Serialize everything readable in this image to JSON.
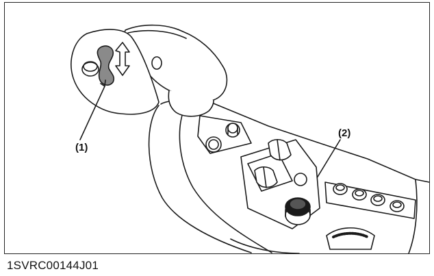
{
  "callouts": {
    "one": "(1)",
    "two": "(2)"
  },
  "figure_code": "1SVRC00144J01",
  "colors": {
    "line": "#1a1a1a",
    "button_fill": "#8a8a8a",
    "surface": "#ffffff",
    "shade": "#d9d9d9"
  },
  "icons": [
    "double-arrow-icon",
    "rocker-switch-icon",
    "rotary-knob-icon",
    "thumbwheel-icon"
  ]
}
